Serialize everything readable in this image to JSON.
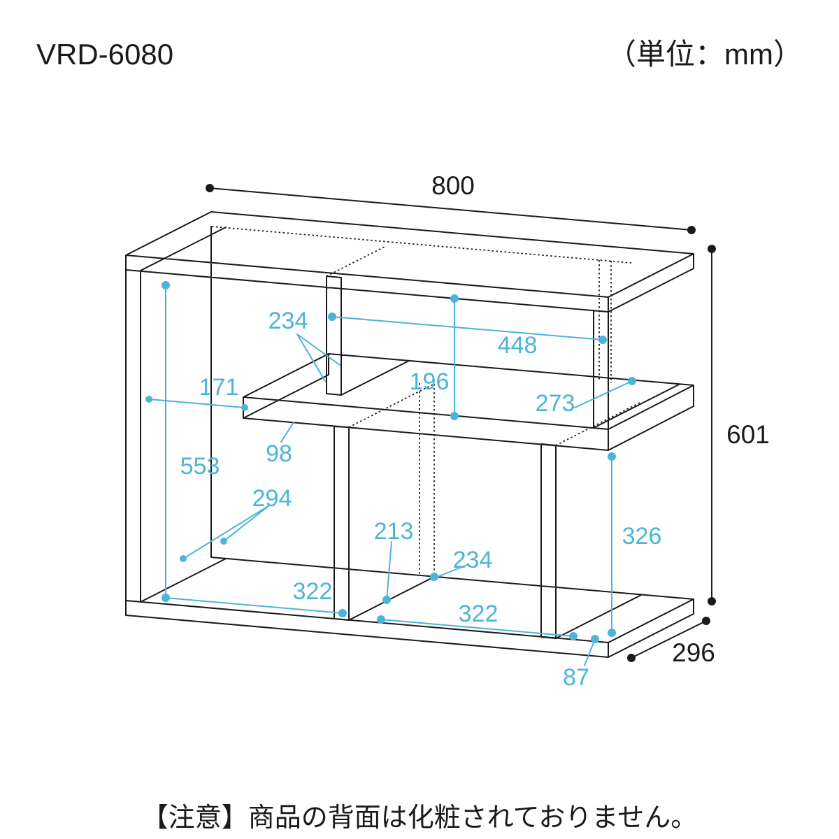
{
  "meta": {
    "model": "VRD-6080",
    "unit_label": "（単位：mm）",
    "caution_note": "【注意】商品の背面は化粧されておりません。"
  },
  "colors": {
    "edge": "#1a1a1a",
    "dimension": "#4cb4d8",
    "background": "#ffffff"
  },
  "diagram": {
    "type": "furniture-dimension-drawing",
    "overall": {
      "width_mm": "800",
      "height_mm": "601",
      "depth_mm": "296"
    }
  },
  "labels": {
    "overall_width": "800",
    "overall_height": "601",
    "overall_depth": "296",
    "dim_234_upper": "234",
    "dim_448": "448",
    "dim_196": "196",
    "dim_273": "273",
    "dim_171": "171",
    "dim_98": "98",
    "dim_553": "553",
    "dim_294": "294",
    "dim_213": "213",
    "dim_234_lower": "234",
    "dim_322_left": "322",
    "dim_322_right": "322",
    "dim_326": "326",
    "dim_87": "87"
  }
}
